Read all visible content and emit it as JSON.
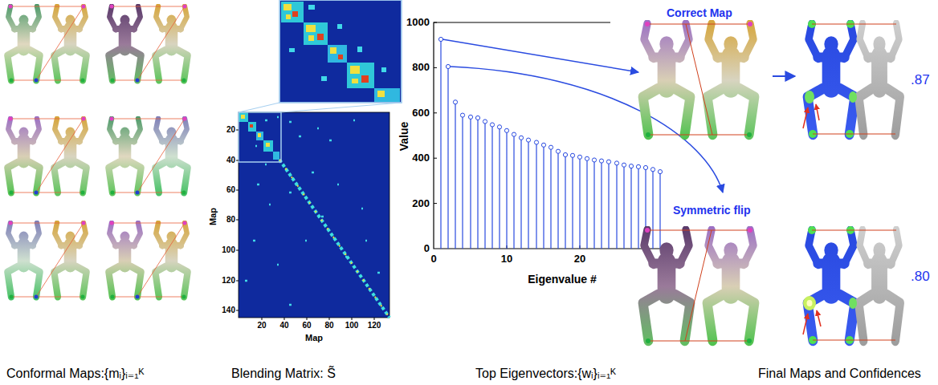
{
  "diagram": {
    "labels": [
      "Correct Map",
      ".87",
      "1000",
      "800",
      "600",
      "400",
      "200",
      "0",
      "Value",
      "0",
      "10",
      "20",
      "Eigenvalue #",
      "20",
      "40",
      "60",
      "80",
      "100",
      "120",
      "140",
      "Map",
      "20",
      "40",
      "60",
      "80",
      "100",
      "120",
      "Map",
      "Symmetric flip",
      ".80",
      "Conformal Maps:{mᵢ}ᵢ₌₁ᴷ",
      "Blending Matrix: S̃",
      "Top Eigenvectors:{wᵢ}ᵢ₌₁ᴷ",
      "Final Maps and Confidences"
    ]
  }
}
